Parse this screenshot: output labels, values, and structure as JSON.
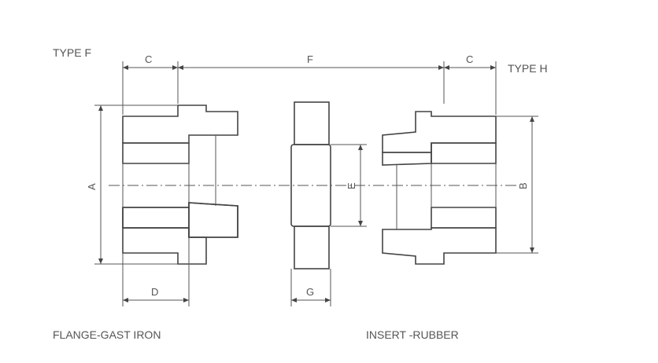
{
  "labels": {
    "type_f": "TYPE F",
    "type_h": "TYPE H",
    "flange": "FLANGE-GAST IRON",
    "insert": "INSERT -RUBBER"
  },
  "dimensions": {
    "a": "A",
    "b": "B",
    "c_left": "C",
    "c_right": "C",
    "d": "D",
    "e": "E",
    "f": "F",
    "g": "G"
  }
}
